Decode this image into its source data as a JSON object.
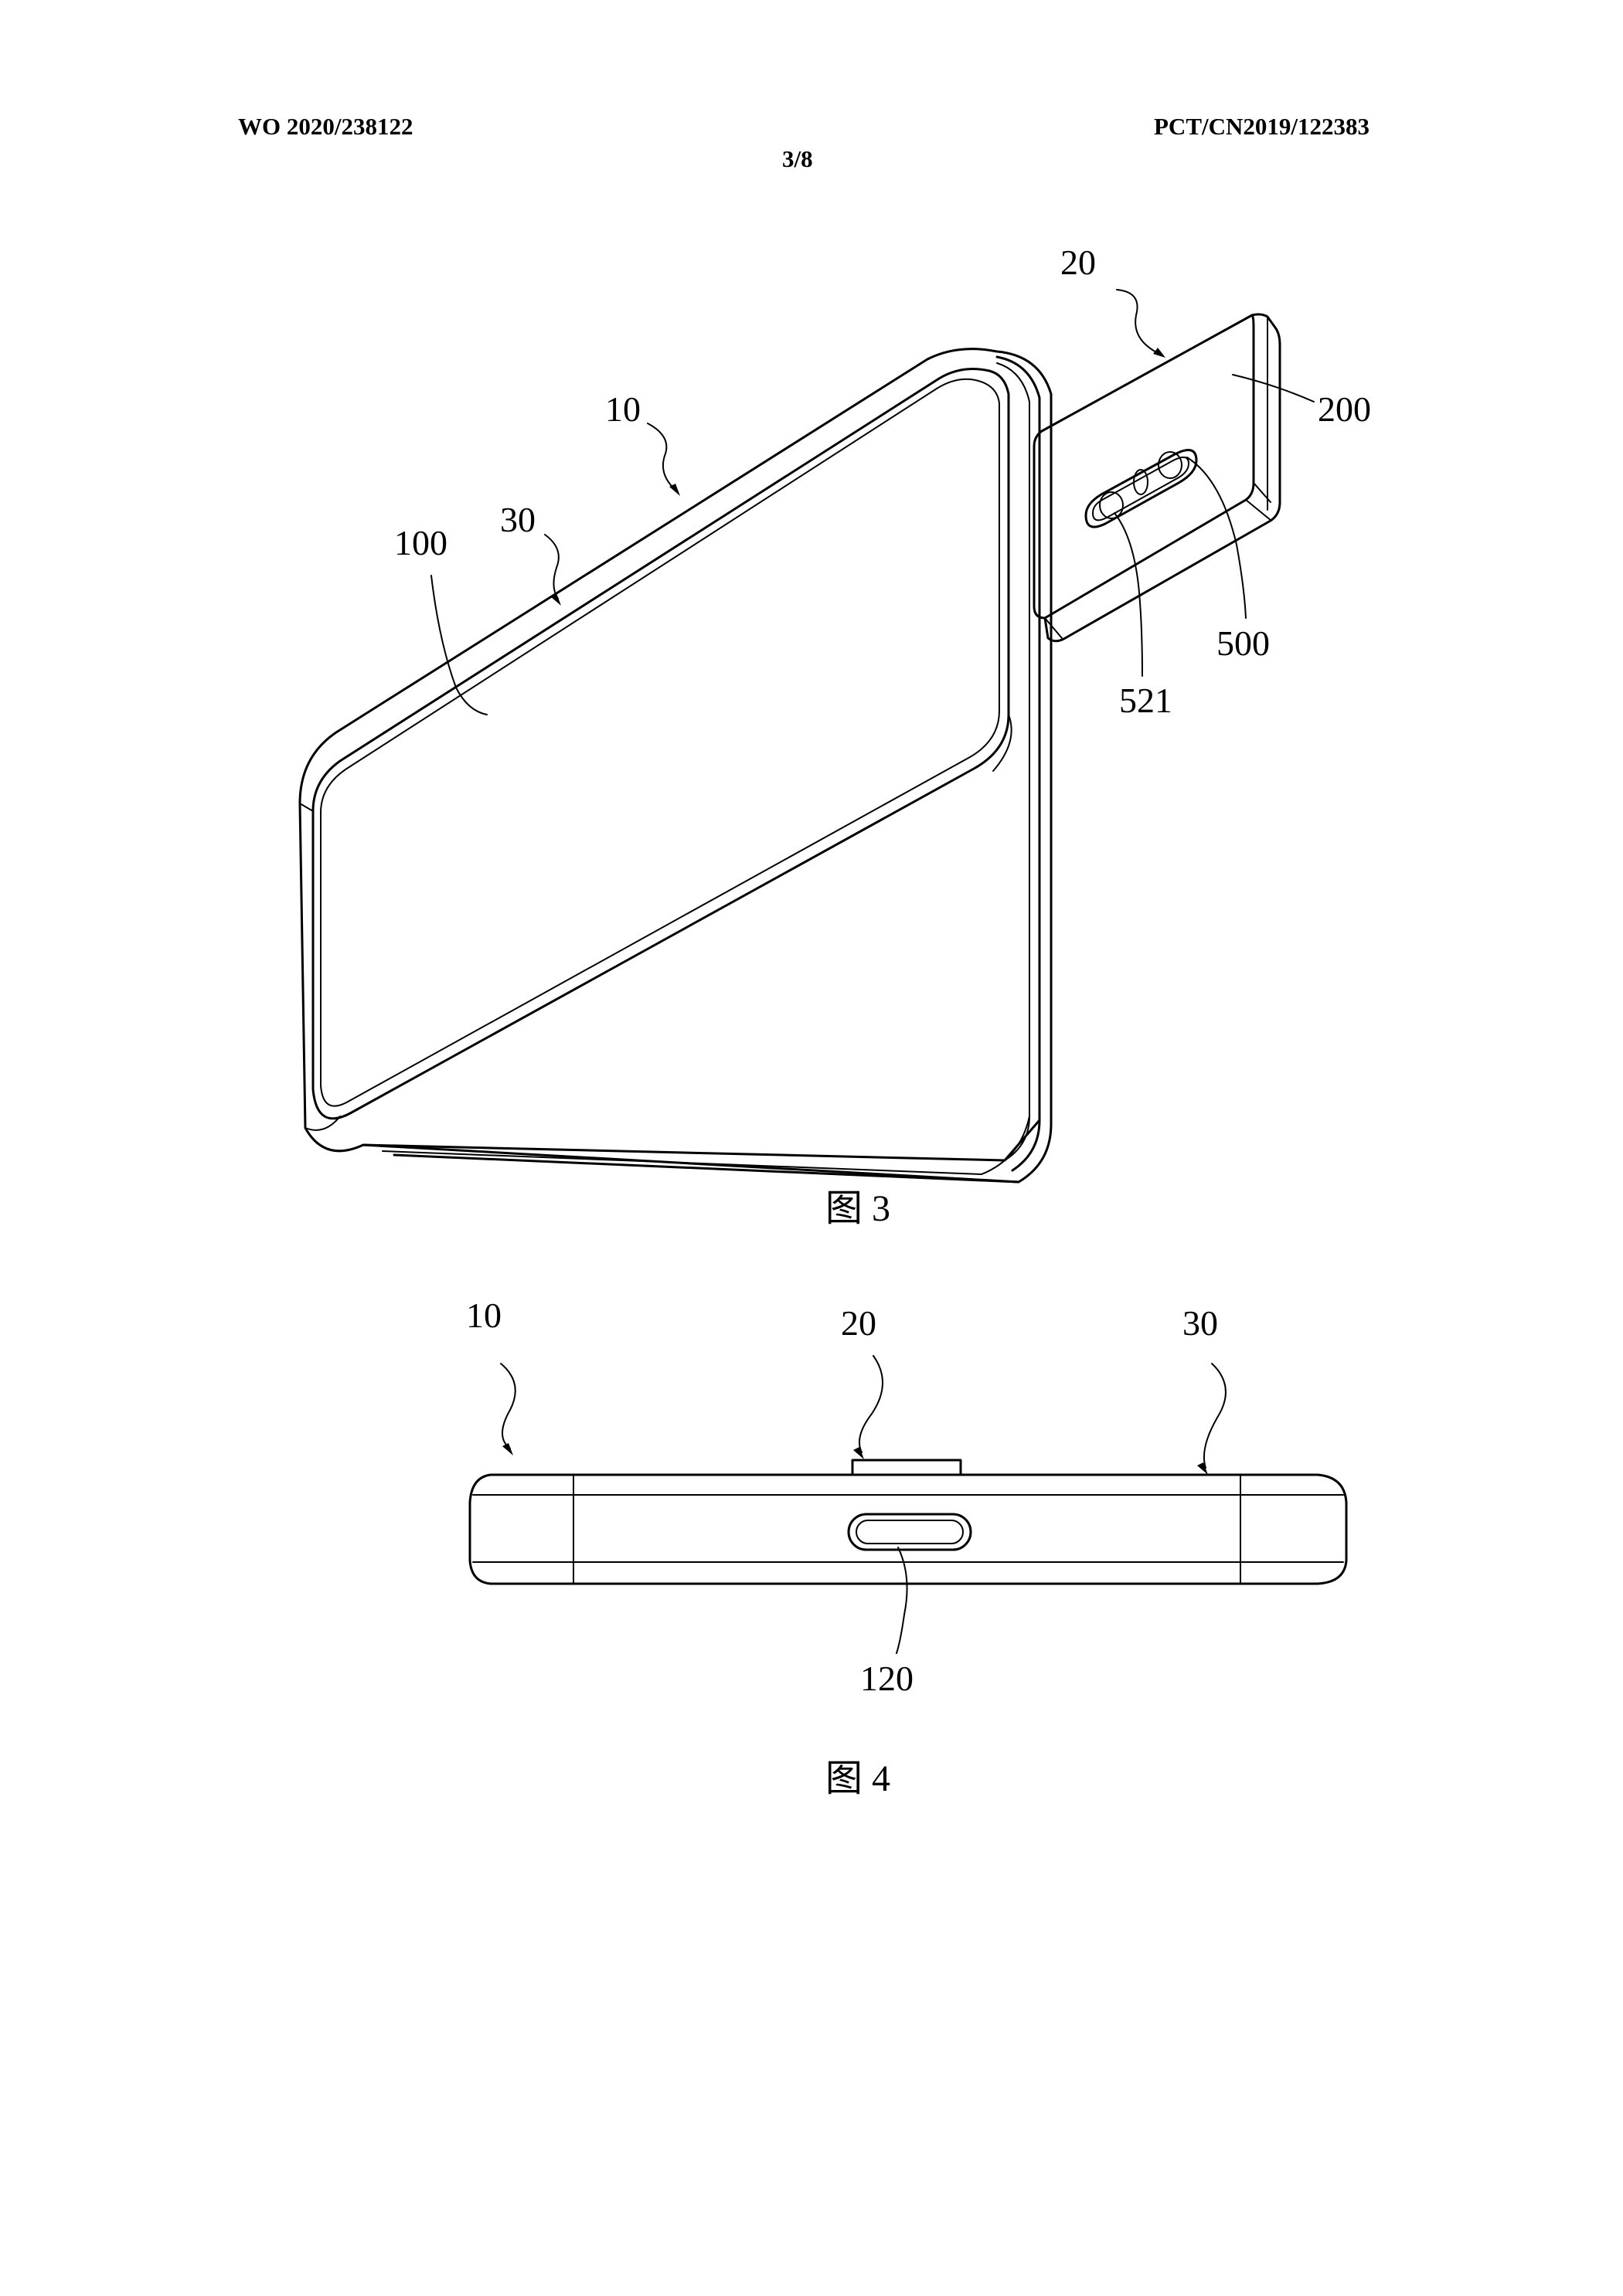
{
  "header": {
    "pub_number": "WO 2020/238122",
    "sheet": "3/8",
    "app_number": "PCT/CN2019/122383"
  },
  "figure3": {
    "caption": "图 3",
    "labels": {
      "l10": "10",
      "l20": "20",
      "l30": "30",
      "l100": "100",
      "l200": "200",
      "l500": "500",
      "l521": "521"
    }
  },
  "figure4": {
    "caption": "图 4",
    "labels": {
      "l10": "10",
      "l20": "20",
      "l30": "30",
      "l120": "120"
    }
  }
}
